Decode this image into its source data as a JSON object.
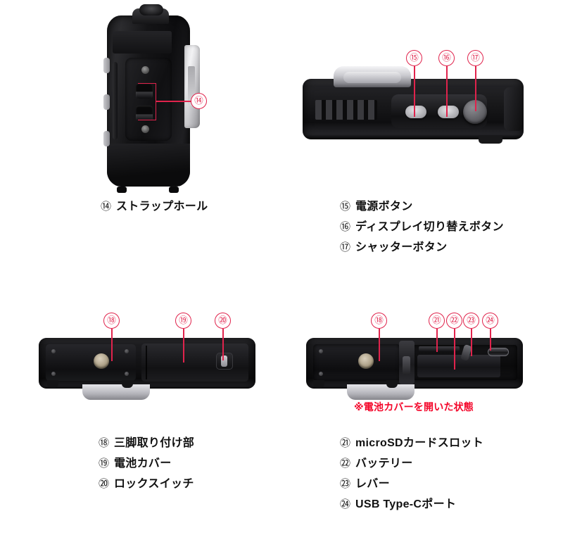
{
  "document": {
    "type": "camera-parts-diagram",
    "background_color": "#ffffff",
    "callout_color": "#e0234c",
    "note_color": "#f4062a"
  },
  "panels": {
    "side_view": {
      "name": "side-view-strap-hole",
      "callouts": [
        {
          "num": "⑭"
        }
      ],
      "legend": [
        {
          "num": "⑭",
          "label": "ストラップホール"
        }
      ]
    },
    "top_view": {
      "name": "top-view-buttons",
      "callouts": [
        {
          "num": "⑮"
        },
        {
          "num": "⑯"
        },
        {
          "num": "⑰"
        }
      ],
      "legend": [
        {
          "num": "⑮",
          "label": "電源ボタン"
        },
        {
          "num": "⑯",
          "label": "ディスプレイ切り替えボタン"
        },
        {
          "num": "⑰",
          "label": "シャッターボタン"
        }
      ]
    },
    "bottom_view": {
      "name": "bottom-view-closed",
      "callouts": [
        {
          "num": "⑱"
        },
        {
          "num": "⑲"
        },
        {
          "num": "⑳"
        }
      ],
      "legend": [
        {
          "num": "⑱",
          "label": "三脚取り付け部"
        },
        {
          "num": "⑲",
          "label": "電池カバー"
        },
        {
          "num": "⑳",
          "label": "ロックスイッチ"
        }
      ]
    },
    "bottom_view_open": {
      "name": "bottom-view-battery-cover-open",
      "note": "※電池カバーを開いた状態",
      "callouts": [
        {
          "num": "⑱"
        },
        {
          "num": "㉑"
        },
        {
          "num": "㉒"
        },
        {
          "num": "㉓"
        },
        {
          "num": "㉔"
        }
      ],
      "legend": [
        {
          "num": "㉑",
          "label": "microSDカードスロット"
        },
        {
          "num": "㉒",
          "label": "バッテリー"
        },
        {
          "num": "㉓",
          "label": "レバー"
        },
        {
          "num": "㉔",
          "label": "USB Type-Cポート"
        }
      ]
    }
  }
}
